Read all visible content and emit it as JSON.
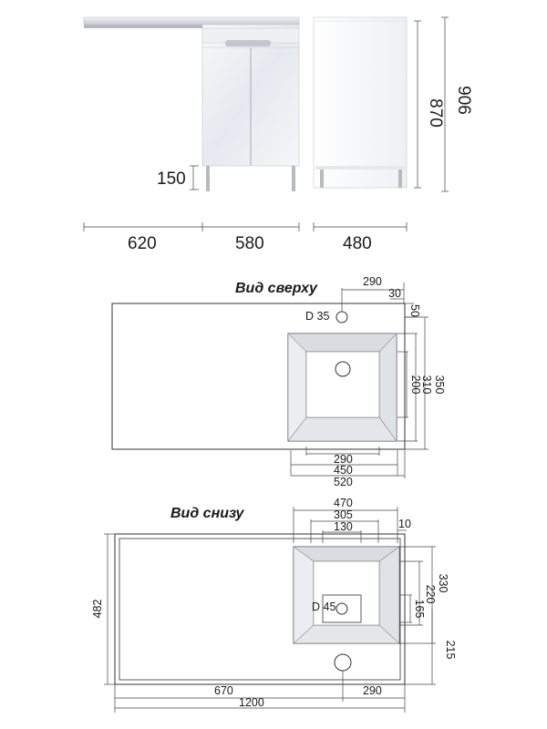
{
  "front_view": {
    "leg_height": "150",
    "widths": [
      "620",
      "580"
    ]
  },
  "side_view": {
    "depth": "480",
    "height_body": "870",
    "height_total": "906"
  },
  "top_view": {
    "title": "Вид сверху",
    "hole_label": "D 35",
    "dims": {
      "top_290": "290",
      "top_30": "30",
      "right_50": "50",
      "right_200": "200",
      "right_310": "310",
      "right_350": "350",
      "bottom_290": "290",
      "bottom_450": "450",
      "bottom_520": "520"
    }
  },
  "bottom_view": {
    "title": "Вид снизу",
    "hole_label": "D 45",
    "dims": {
      "top_470": "470",
      "top_305": "305",
      "top_130": "130",
      "top_10": "10",
      "right_330": "330",
      "right_220": "220",
      "right_165": "165",
      "right_215": "215",
      "left_482": "482",
      "bottom_670": "670",
      "bottom_290": "290",
      "bottom_1200": "1200"
    }
  }
}
